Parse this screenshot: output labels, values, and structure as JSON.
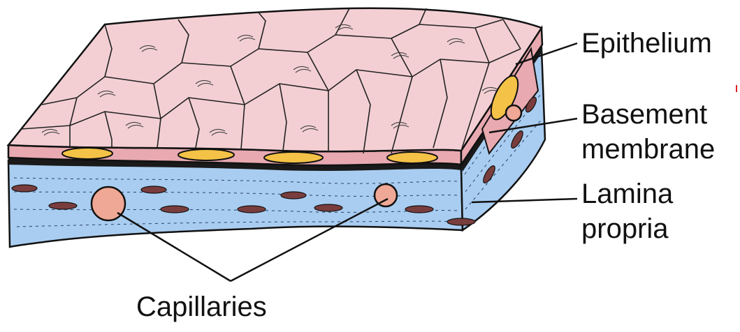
{
  "labels": {
    "epithelium": "Epithelium",
    "basement_1": "Basement",
    "basement_2": "membrane",
    "lamina_1": "Lamina",
    "lamina_2": "propria",
    "capillaries": "Capillaries"
  },
  "colors": {
    "epithelium_top": "#f3cfd3",
    "epithelium_side": "#e8a9b0",
    "lamina_propria": "#a9cdf0",
    "nucleus": "#f4c246",
    "capillary": "#f0a896",
    "outline": "#111111"
  }
}
